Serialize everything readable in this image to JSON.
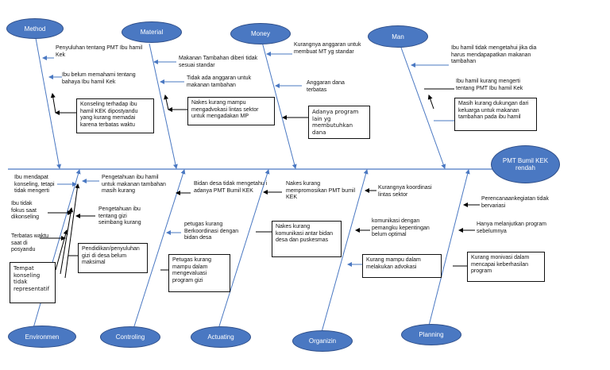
{
  "head": {
    "label": "PMT Bumil KEK rendah"
  },
  "categories": {
    "method": "Method",
    "material": "Material",
    "money": "Money",
    "man": "Man",
    "environment": "Environmen",
    "controlling": "Controling",
    "actuating": "Actuating",
    "organizing": "Organizin",
    "planning": "Planning"
  },
  "causes": {
    "method": [
      "Penyuluhan tentang PMT Ibu hamil Kek",
      "Ibu belum memahami tentang bahaya Ibu hamil Kek",
      "Konseling terhadap ibu hamil KEK dipostyandu yang kurang memadai karena terbatas waktu"
    ],
    "material": [
      "Makanan Tambahan diberi tidak sesuai standar",
      "Tidak ada anggaran untuk makanan tambahan",
      "Nakes kurang mampu mengadvokasi lintas sektor untuk mengadakan MP"
    ],
    "money": [
      "Kurangnya anggaran untuk membuat MT yg standar",
      "Anggaran dana terbatas",
      "Adanya program lain yg membutuhkan dana"
    ],
    "man": [
      "Ibu hamil tidak mengetahui jika dia harus mendapapatkan makanan tambahan",
      "Ibu hamil kurang mengerti tentang PMT Ibu hamil Kek",
      "Masih kurang dukungan dari keluarga untuk makanan tambahan pada ibu hamil"
    ],
    "environment": [
      "Ibu mendapat konseling, tetapi tidak mengerti",
      "Ibu tidak fokus saat dikonseling",
      "Terbatas waktu saat di posyandu",
      "Tempat konseling tidak representatif",
      "Pengetahuan ibu hamil untuk makanan tambahan masih kurang",
      "Pengetahuan ibu tentang gizi seimbang kurang",
      "Pendidikan/penyuluhan gizi di desa belum maksimal"
    ],
    "controlling": [
      "Bidan desa tidak mengetahu i adanya PMT Bumil KEK",
      "petugas kurang Berkoordinasi dengan bidan desa",
      "Petugas kurang mampu dalam mengevaluasi program gizi"
    ],
    "actuating": [
      "Nakes kurang mempromosikan PMT bumil KEK",
      "Nakes kurang komunikasi antar bidan desa dan puskesmas"
    ],
    "organizing": [
      "Kurangnya koordinasi lintas sektor",
      "komunikasi dengan pemangku kepentingan belum optimal",
      "Kurang mampu dalam melakukan advokasi"
    ],
    "planning": [
      "Perencanaankegiatan tidak bervariasi",
      "Hanya melanjutkan program sebelumnya",
      "Kurang monivasi dalam mencapai keberhasilan program"
    ]
  }
}
